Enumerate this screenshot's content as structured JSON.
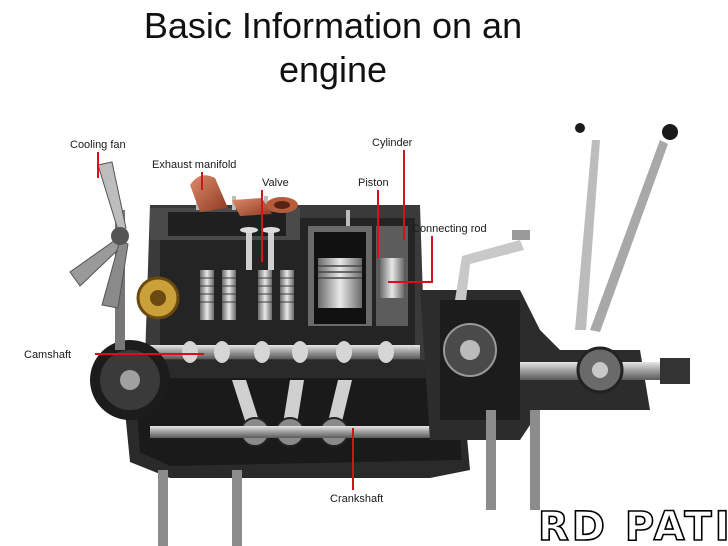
{
  "slide": {
    "title_line1": "Basic Information on an",
    "title_line2": "engine"
  },
  "diagram": {
    "labels": {
      "cooling_fan": "Cooling fan",
      "exhaust_manifold": "Exhaust manifold",
      "valve": "Valve",
      "piston": "Piston",
      "cylinder": "Cylinder",
      "connecting_rod": "Connecting rod",
      "camshaft": "Camshaft",
      "crankshaft": "Crankshaft"
    },
    "callout_color": "#d0141c",
    "watermark": "RD PATIL"
  }
}
